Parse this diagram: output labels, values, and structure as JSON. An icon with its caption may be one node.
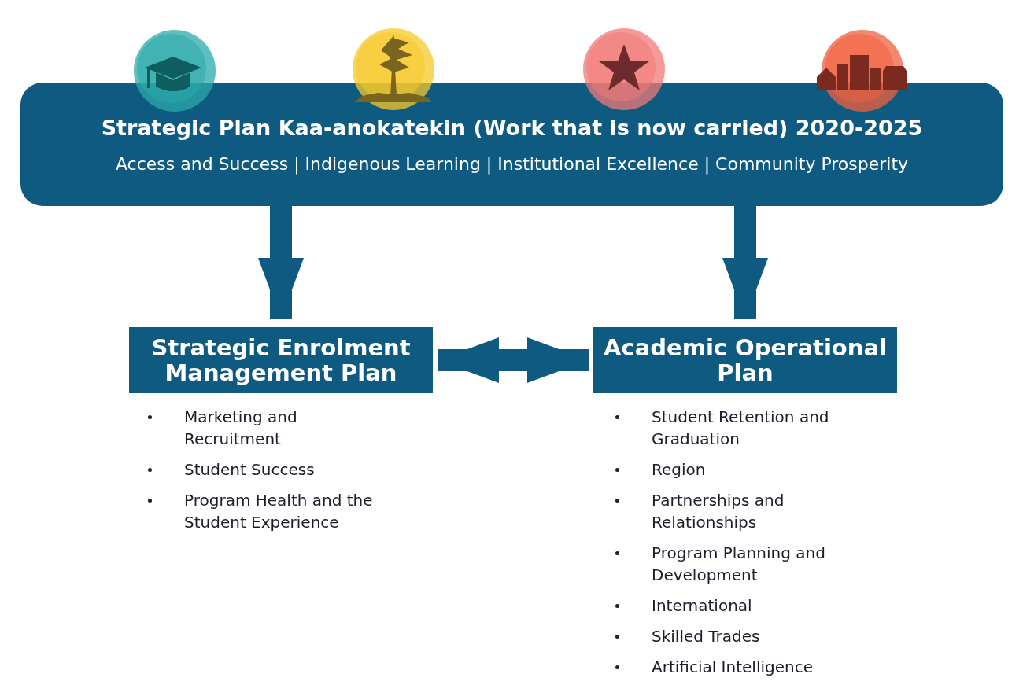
{
  "diagram": {
    "nodes": [
      {
        "text": [
          "Strategic Plan Kaa-anokatekin (Work that is now carried) 2020-2025",
          "Access and Success | Indigenous Learning | Institutional Excellence | Community Prosperity"
        ]
      },
      {
        "text": [
          "Strategic Enrolment Management Plan"
        ],
        "beside": [
          "Marketing and Recruitment",
          "Student Success",
          "Program Health and the Student Experience"
        ]
      },
      {
        "text": [
          "Academic Operational Plan"
        ],
        "beside": [
          "Student Retention and Graduation",
          "Region",
          "Partnerships and Relationships",
          "Program Planning and Development",
          "International",
          "Skilled Trades",
          "Artificial Intelligence"
        ]
      }
    ],
    "edges": [
      {
        "from": 0,
        "to": 1,
        "arrow": "to"
      },
      {
        "from": 0,
        "to": 2,
        "arrow": "to"
      },
      {
        "from": 1,
        "to": 2,
        "arrow": "both"
      }
    ]
  }
}
